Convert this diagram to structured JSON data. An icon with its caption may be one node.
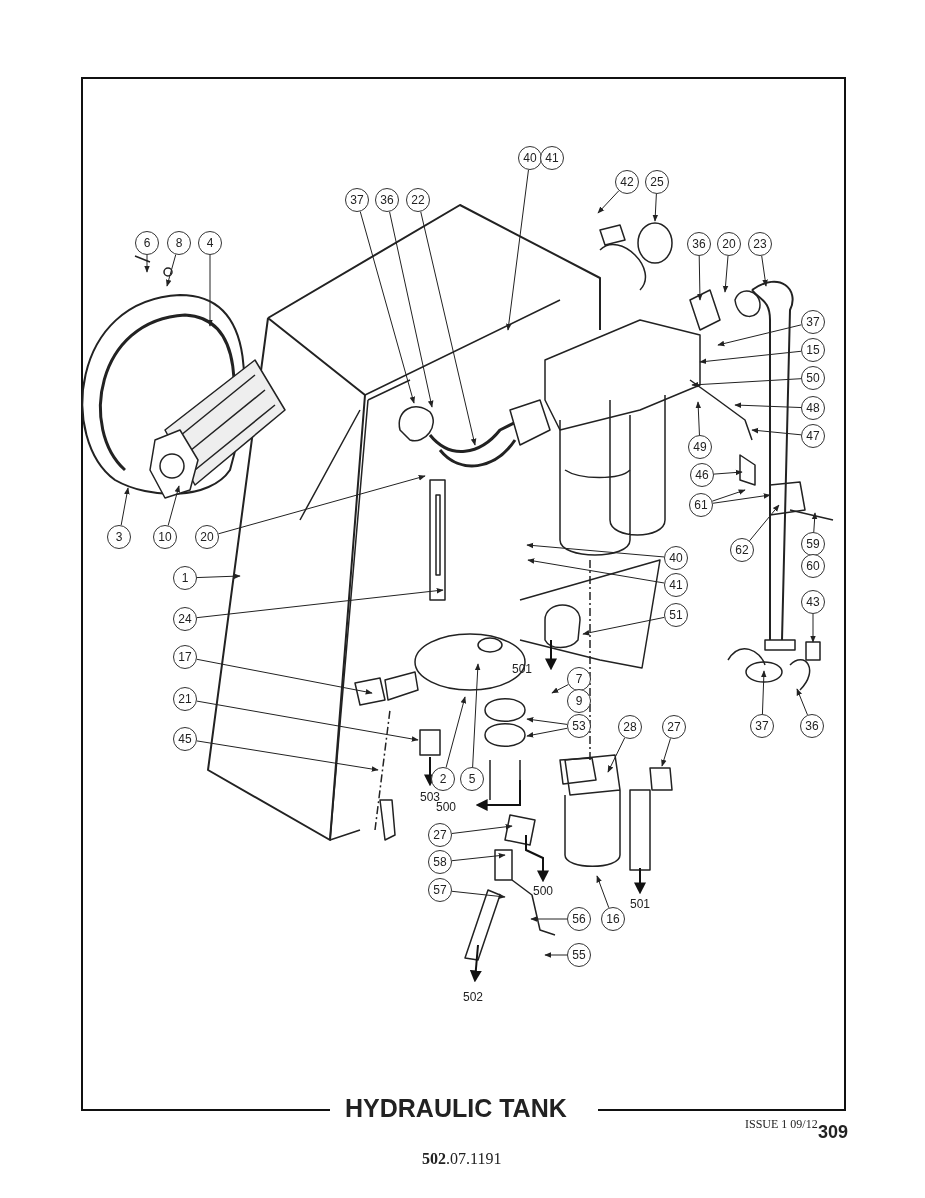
{
  "diagram": {
    "title": "HYDRAULIC TANK",
    "nodes": [
      {
        "text": [
          "40"
        ]
      },
      {
        "text": [
          "41"
        ]
      },
      {
        "text": [
          "42"
        ]
      },
      {
        "text": [
          "25"
        ]
      },
      {
        "text": [
          "37"
        ]
      },
      {
        "text": [
          "36"
        ]
      },
      {
        "text": [
          "22"
        ]
      },
      {
        "text": [
          "6"
        ]
      },
      {
        "text": [
          "8"
        ]
      },
      {
        "text": [
          "4"
        ]
      },
      {
        "text": [
          "36"
        ]
      },
      {
        "text": [
          "20"
        ]
      },
      {
        "text": [
          "23"
        ]
      },
      {
        "text": [
          "37"
        ]
      },
      {
        "text": [
          "15"
        ]
      },
      {
        "text": [
          "50"
        ]
      },
      {
        "text": [
          "48"
        ]
      },
      {
        "text": [
          "47"
        ]
      },
      {
        "text": [
          "49"
        ]
      },
      {
        "text": [
          "46"
        ]
      },
      {
        "text": [
          "61"
        ]
      },
      {
        "text": [
          "62"
        ]
      },
      {
        "text": [
          "3"
        ]
      },
      {
        "text": [
          "10"
        ]
      },
      {
        "text": [
          "20"
        ]
      },
      {
        "text": [
          "59"
        ]
      },
      {
        "text": [
          "60"
        ]
      },
      {
        "text": [
          "40"
        ]
      },
      {
        "text": [
          "1"
        ]
      },
      {
        "text": [
          "41"
        ]
      },
      {
        "text": [
          "24"
        ]
      },
      {
        "text": [
          "43"
        ]
      },
      {
        "text": [
          "51"
        ]
      },
      {
        "text": [
          "17"
        ]
      },
      {
        "text": [
          "7"
        ]
      },
      {
        "text": [
          "9"
        ]
      },
      {
        "text": [
          "21"
        ]
      },
      {
        "text": [
          "53"
        ]
      },
      {
        "text": [
          "28"
        ]
      },
      {
        "text": [
          "27"
        ]
      },
      {
        "text": [
          "37"
        ]
      },
      {
        "text": [
          "36"
        ]
      },
      {
        "text": [
          "45"
        ]
      },
      {
        "text": [
          "2"
        ]
      },
      {
        "text": [
          "5"
        ]
      },
      {
        "text": [
          "27"
        ]
      },
      {
        "text": [
          "58"
        ]
      },
      {
        "text": [
          "57"
        ]
      },
      {
        "text": [
          "56"
        ]
      },
      {
        "text": [
          "16"
        ]
      },
      {
        "text": [
          "55"
        ]
      }
    ],
    "edges": [
      {
        "from": 0,
        "to": null,
        "arrow": "to"
      },
      {
        "from": 2,
        "to": null,
        "arrow": "to"
      },
      {
        "from": 3,
        "to": null,
        "arrow": "to"
      },
      {
        "from": 4,
        "to": null,
        "arrow": "to"
      },
      {
        "from": 5,
        "to": null,
        "arrow": "to"
      },
      {
        "from": 6,
        "to": null,
        "arrow": "to"
      },
      {
        "from": 7,
        "to": null,
        "arrow": "to"
      },
      {
        "from": 8,
        "to": null,
        "arrow": "to"
      },
      {
        "from": 9,
        "to": null,
        "arrow": "to"
      },
      {
        "from": 10,
        "to": null,
        "arrow": "to"
      },
      {
        "from": 11,
        "to": null,
        "arrow": "to"
      },
      {
        "from": 12,
        "to": null,
        "arrow": "to"
      },
      {
        "from": 13,
        "to": null,
        "arrow": "to"
      },
      {
        "from": 14,
        "to": null,
        "arrow": "to"
      },
      {
        "from": 15,
        "to": null,
        "arrow": "to"
      },
      {
        "from": 16,
        "to": null,
        "arrow": "to"
      },
      {
        "from": 17,
        "to": null,
        "arrow": "to"
      },
      {
        "from": 18,
        "to": null,
        "arrow": "to"
      },
      {
        "from": 19,
        "to": null,
        "arrow": "to"
      },
      {
        "from": 20,
        "to": null,
        "arrow": "to"
      },
      {
        "from": 20,
        "to": null,
        "arrow": "to"
      },
      {
        "from": 21,
        "to": null,
        "arrow": "to"
      },
      {
        "from": 22,
        "to": null,
        "arrow": "to"
      },
      {
        "from": 23,
        "to": null,
        "arrow": "to"
      },
      {
        "from": 24,
        "to": null,
        "arrow": "to"
      },
      {
        "from": 25,
        "to": null,
        "arrow": "to"
      },
      {
        "from": 27,
        "to": null,
        "arrow": "to"
      },
      {
        "from": 28,
        "to": null,
        "arrow": "to"
      },
      {
        "from": 29,
        "to": null,
        "arrow": "to"
      },
      {
        "from": 30,
        "to": null,
        "arrow": "to"
      },
      {
        "from": 31,
        "to": null,
        "arrow": "to"
      },
      {
        "from": 32,
        "to": null,
        "arrow": "to"
      },
      {
        "from": 33,
        "to": null,
        "arrow": "to"
      },
      {
        "from": 34,
        "to": null,
        "arrow": "to"
      },
      {
        "from": 36,
        "to": null,
        "arrow": "to"
      },
      {
        "from": 37,
        "to": null,
        "arrow": "to"
      },
      {
        "from": 37,
        "to": null,
        "arrow": "to"
      },
      {
        "from": 38,
        "to": null,
        "arrow": "to"
      },
      {
        "from": 39,
        "to": null,
        "arrow": "to"
      },
      {
        "from": 40,
        "to": null,
        "arrow": "to"
      },
      {
        "from": 41,
        "to": null,
        "arrow": "to"
      },
      {
        "from": 42,
        "to": null,
        "arrow": "to"
      },
      {
        "from": 43,
        "to": null,
        "arrow": "to"
      },
      {
        "from": 44,
        "to": null,
        "arrow": "to"
      },
      {
        "from": 45,
        "to": null,
        "arrow": "to"
      },
      {
        "from": 46,
        "to": null,
        "arrow": "to"
      },
      {
        "from": 47,
        "to": null,
        "arrow": "to"
      },
      {
        "from": 48,
        "to": null,
        "arrow": "to"
      },
      {
        "from": 49,
        "to": null,
        "arrow": "to"
      },
      {
        "from": 50,
        "to": null,
        "arrow": "to"
      }
    ],
    "labels": [
      "501",
      "503",
      "500",
      "500",
      "501",
      "502",
      "ISSUE 1 09/12",
      "309",
      "**502**.07.1191"
    ]
  }
}
